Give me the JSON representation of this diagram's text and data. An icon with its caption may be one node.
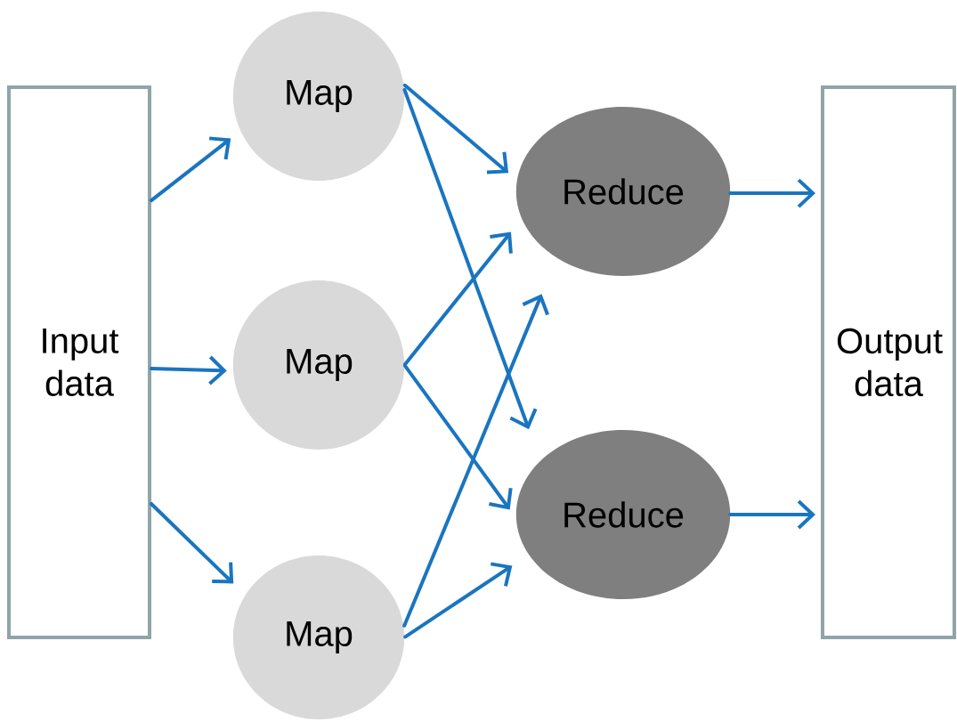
{
  "diagram": {
    "nodes": [
      {
        "text": [
          "Input data"
        ]
      },
      {
        "text": [
          "Map"
        ]
      },
      {
        "text": [
          "Map"
        ]
      },
      {
        "text": [
          "Map"
        ]
      },
      {
        "text": [
          "Reduce"
        ]
      },
      {
        "text": [
          "Reduce"
        ]
      },
      {
        "text": [
          "Output data"
        ]
      }
    ],
    "edges": [
      {
        "from": 0,
        "to": 1,
        "arrow": "to"
      },
      {
        "from": 0,
        "to": 2,
        "arrow": "to"
      },
      {
        "from": 0,
        "to": 3,
        "arrow": "to"
      },
      {
        "from": 1,
        "to": 4,
        "arrow": "to"
      },
      {
        "from": 1,
        "to": 5,
        "arrow": "to"
      },
      {
        "from": 2,
        "to": 4,
        "arrow": "to"
      },
      {
        "from": 2,
        "to": 5,
        "arrow": "to"
      },
      {
        "from": 3,
        "to": 4,
        "arrow": "to"
      },
      {
        "from": 3,
        "to": 5,
        "arrow": "to"
      },
      {
        "from": 4,
        "to": 6,
        "arrow": "to"
      },
      {
        "from": 5,
        "to": 6,
        "arrow": "to"
      }
    ]
  }
}
